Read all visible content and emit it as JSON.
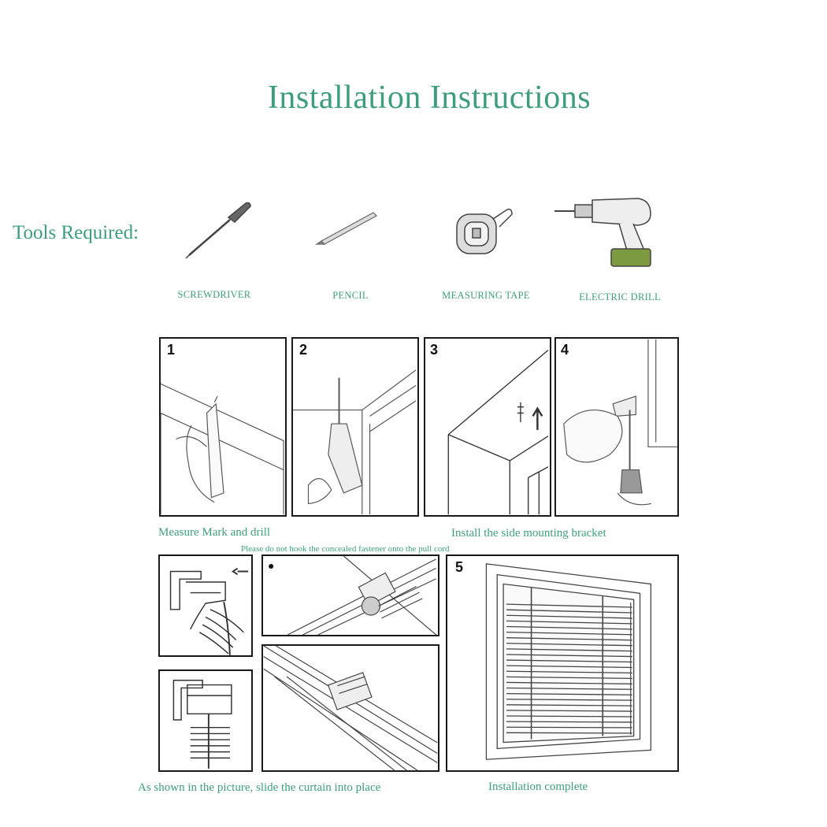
{
  "title": "Installation Instructions",
  "tools_label": "Tools Required:",
  "tools": [
    {
      "label": "SCREWDRIVER",
      "icon": "screwdriver-icon"
    },
    {
      "label": "PENCIL",
      "icon": "pencil-icon"
    },
    {
      "label": "MEASURING TAPE",
      "icon": "measuring-tape-icon"
    },
    {
      "label": "ELECTRIC DRILL",
      "icon": "electric-drill-icon"
    }
  ],
  "steps": [
    {
      "num": "1"
    },
    {
      "num": "2"
    },
    {
      "num": "3"
    },
    {
      "num": "4"
    },
    {
      "num": "5"
    }
  ],
  "captions": {
    "measure": "Measure Mark and drill",
    "bracket": "Install the side mounting bracket",
    "note": "Please do not hook the concealed fastener onto the pull cord",
    "slide": "As shown in the picture, slide the curtain into place",
    "complete": "Installation complete"
  },
  "colors": {
    "accent": "#3f9d7f",
    "line": "#1a1a1a"
  }
}
